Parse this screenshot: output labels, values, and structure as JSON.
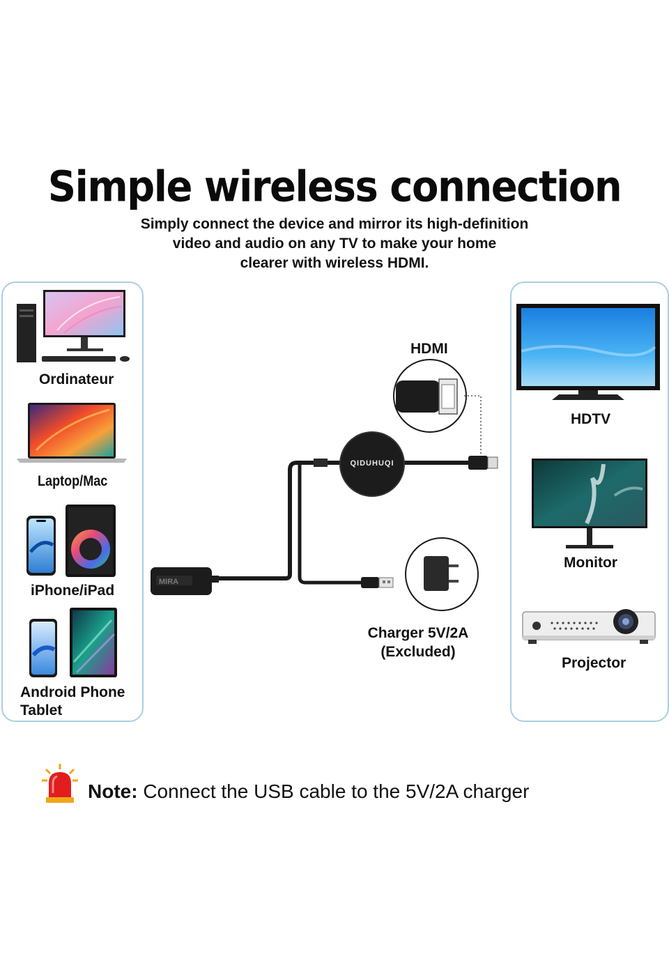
{
  "title": "Simple wireless connection",
  "subtitle": {
    "line1": "Simply connect the device and mirror its high-definition",
    "line2": "video and audio on any TV to make your home",
    "line3": "clearer with wireless HDMI."
  },
  "sources": [
    {
      "label": "Ordinateur",
      "icon": "desktop-computer-icon"
    },
    {
      "label": "Laptop/Mac",
      "icon": "laptop-icon"
    },
    {
      "label": "iPhone/iPad",
      "icon": "phone-tablet-icon"
    },
    {
      "label_line1": "Android Phone",
      "label_line2": "Tablet",
      "icon": "android-phone-tablet-icon"
    }
  ],
  "displays": [
    {
      "label": "HDTV",
      "icon": "tv-icon"
    },
    {
      "label": "Monitor",
      "icon": "monitor-icon"
    },
    {
      "label": "Projector",
      "icon": "projector-icon"
    }
  ],
  "device": {
    "hdmi_label": "HDMI",
    "brand": "QIDUHUQI",
    "charger_line1": "Charger 5V/2A",
    "charger_line2": "(Excluded)"
  },
  "note": {
    "prefix": "Note:",
    "text": " Connect the USB cable to the 5V/2A charger",
    "icon": "alarm-light-icon"
  },
  "colors": {
    "panel_border": "#a9cfe0",
    "alarm_red": "#e11d1d",
    "device_black": "#1c1c1c"
  }
}
